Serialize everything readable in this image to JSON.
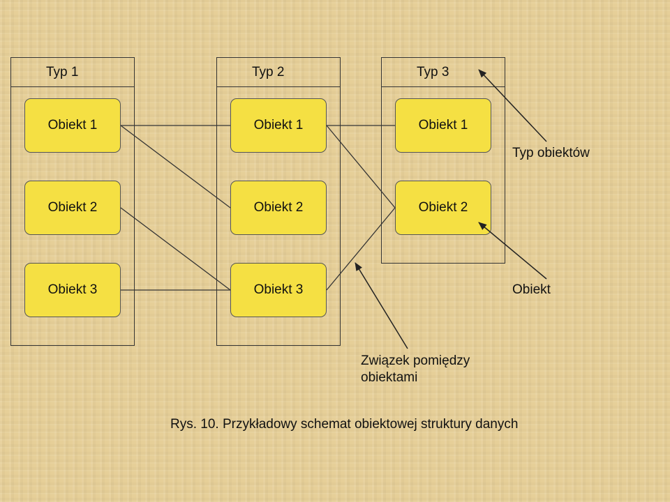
{
  "types": [
    {
      "header": "Typ 1",
      "objects": [
        "Obiekt 1",
        "Obiekt 2",
        "Obiekt 3"
      ]
    },
    {
      "header": "Typ 2",
      "objects": [
        "Obiekt 1",
        "Obiekt 2",
        "Obiekt 3"
      ]
    },
    {
      "header": "Typ 3",
      "objects": [
        "Obiekt 1",
        "Obiekt 2"
      ]
    }
  ],
  "annotations": {
    "type_label": "Typ obiektów",
    "object_label": "Obiekt",
    "relation_label_line1": "Związek pomiędzy",
    "relation_label_line2": "obiektami"
  },
  "caption": "Rys. 10. Przykładowy schemat obiektowej struktury danych"
}
